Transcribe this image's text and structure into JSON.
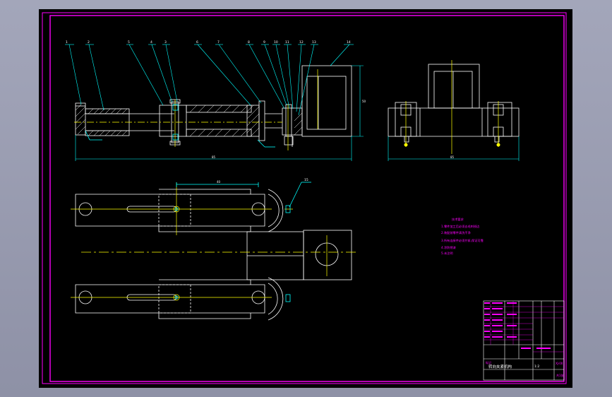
{
  "drawing": {
    "colors": {
      "background": "#000000",
      "frame": "#ff00ff",
      "outline": "#ffffff",
      "centerline": "#ffff00",
      "leader": "#00ffff",
      "hatch": "#ffffff"
    },
    "balloons": [
      "1",
      "2",
      "5",
      "4",
      "3",
      "6",
      "7",
      "8",
      "9",
      "10",
      "11",
      "12",
      "13",
      "14"
    ],
    "bottom_balloon": "15",
    "notes": {
      "heading": "技术要求",
      "lines": [
        "1.零件加工后必须去毛刺锐边",
        "2.装配前零件清洗干净",
        "3.所有连接件必须拧紧,保证可靠",
        "4.涂防锈漆",
        "5.未注明"
      ]
    },
    "title_block": {
      "main_title": "转向夹紧机构",
      "label_small": "标记",
      "scale": "1:2",
      "code": "XJ-00",
      "sheet": "共1张"
    }
  }
}
